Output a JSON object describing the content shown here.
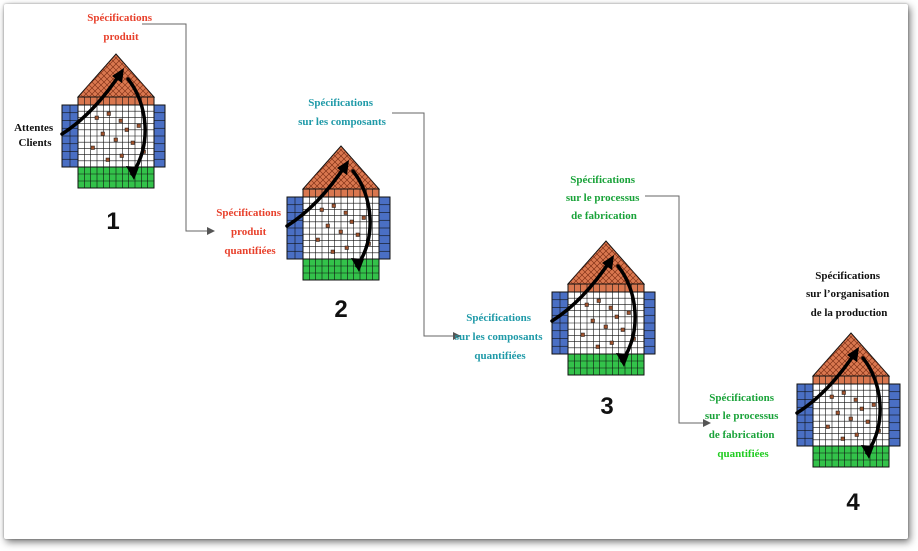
{
  "colors": {
    "red": "#e8412c",
    "teal": "#1f9aa8",
    "green": "#1aa33a",
    "bright_green": "#22cc22",
    "black": "#111111",
    "roof": "#d9774f",
    "wall_blue": "#4a6fc4",
    "base_green": "#33c24a"
  },
  "houses": [
    {
      "number": "1"
    },
    {
      "number": "2"
    },
    {
      "number": "3"
    },
    {
      "number": "4"
    }
  ],
  "labels": {
    "attentes": [
      "Attentes",
      "Clients"
    ],
    "spec_produit": [
      "Spécifications",
      "produit"
    ],
    "spec_produit_q": [
      "Spécifications",
      "produit",
      "quantifiées"
    ],
    "spec_comp": [
      "Spécifications",
      "sur les composants"
    ],
    "spec_comp_q": [
      "Spécifications",
      "sur les composants",
      "quantifiées"
    ],
    "spec_proc": [
      "Spécifications",
      "sur le processus",
      "de fabrication"
    ],
    "spec_proc_q": [
      "Spécifications",
      "sur le processus",
      "de fabrication",
      "quantifiées"
    ],
    "spec_org": [
      "Spécifications",
      "sur l’organisation",
      "de la production"
    ]
  }
}
